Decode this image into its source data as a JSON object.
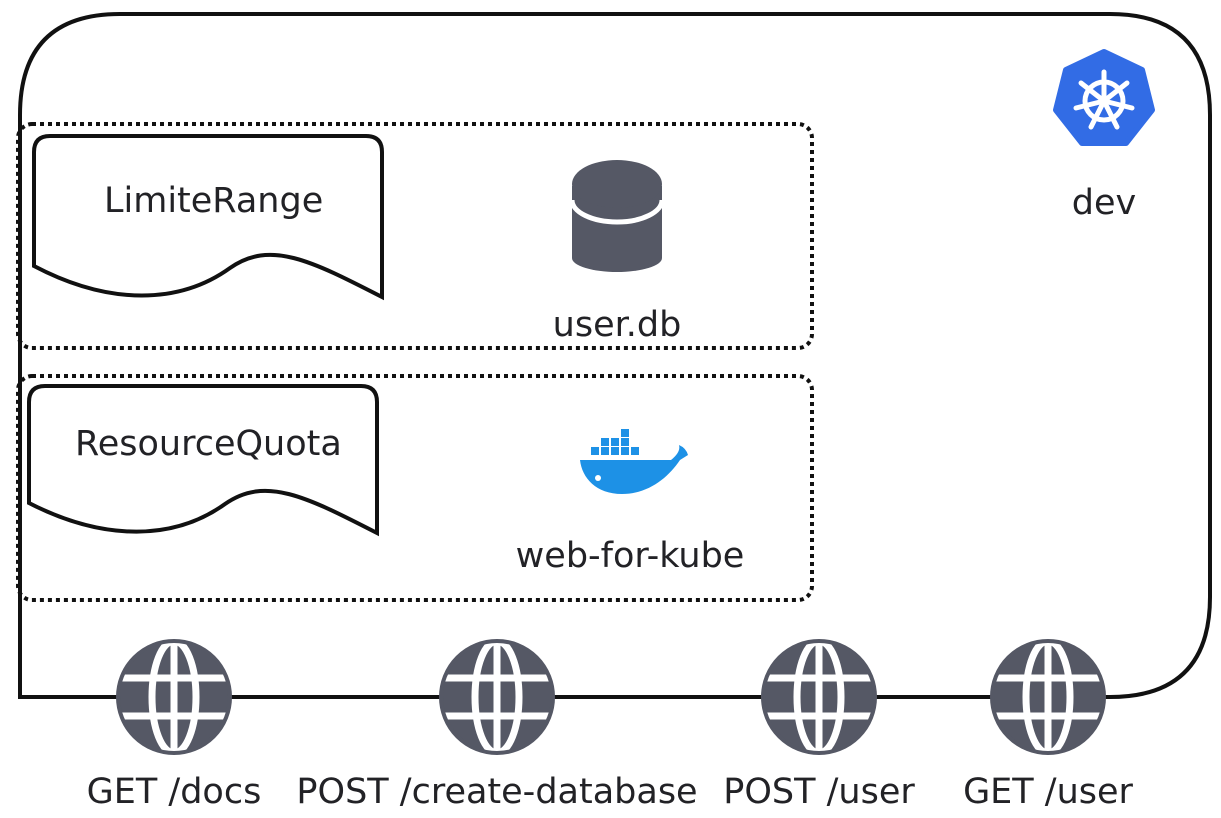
{
  "cluster": {
    "namespace_label": "dev",
    "icon": "kubernetes-icon",
    "colors": {
      "kubernetes_blue": "#326CE5",
      "outline": "#111111"
    }
  },
  "groups": [
    {
      "policy_label": "LimiteRange",
      "resource_label": "user.db",
      "resource_icon": "database-icon"
    },
    {
      "policy_label": "ResourceQuota",
      "resource_label": "web-for-kube",
      "resource_icon": "docker-icon"
    }
  ],
  "endpoints": [
    {
      "label": "GET /docs",
      "icon": "globe-icon"
    },
    {
      "label": "POST /create-database",
      "icon": "globe-icon"
    },
    {
      "label": "POST /user",
      "icon": "globe-icon"
    },
    {
      "label": "GET /user",
      "icon": "globe-icon"
    }
  ],
  "colors": {
    "icon_gray": "#555865",
    "docker_blue": "#1D91E6",
    "text": "#222226"
  }
}
